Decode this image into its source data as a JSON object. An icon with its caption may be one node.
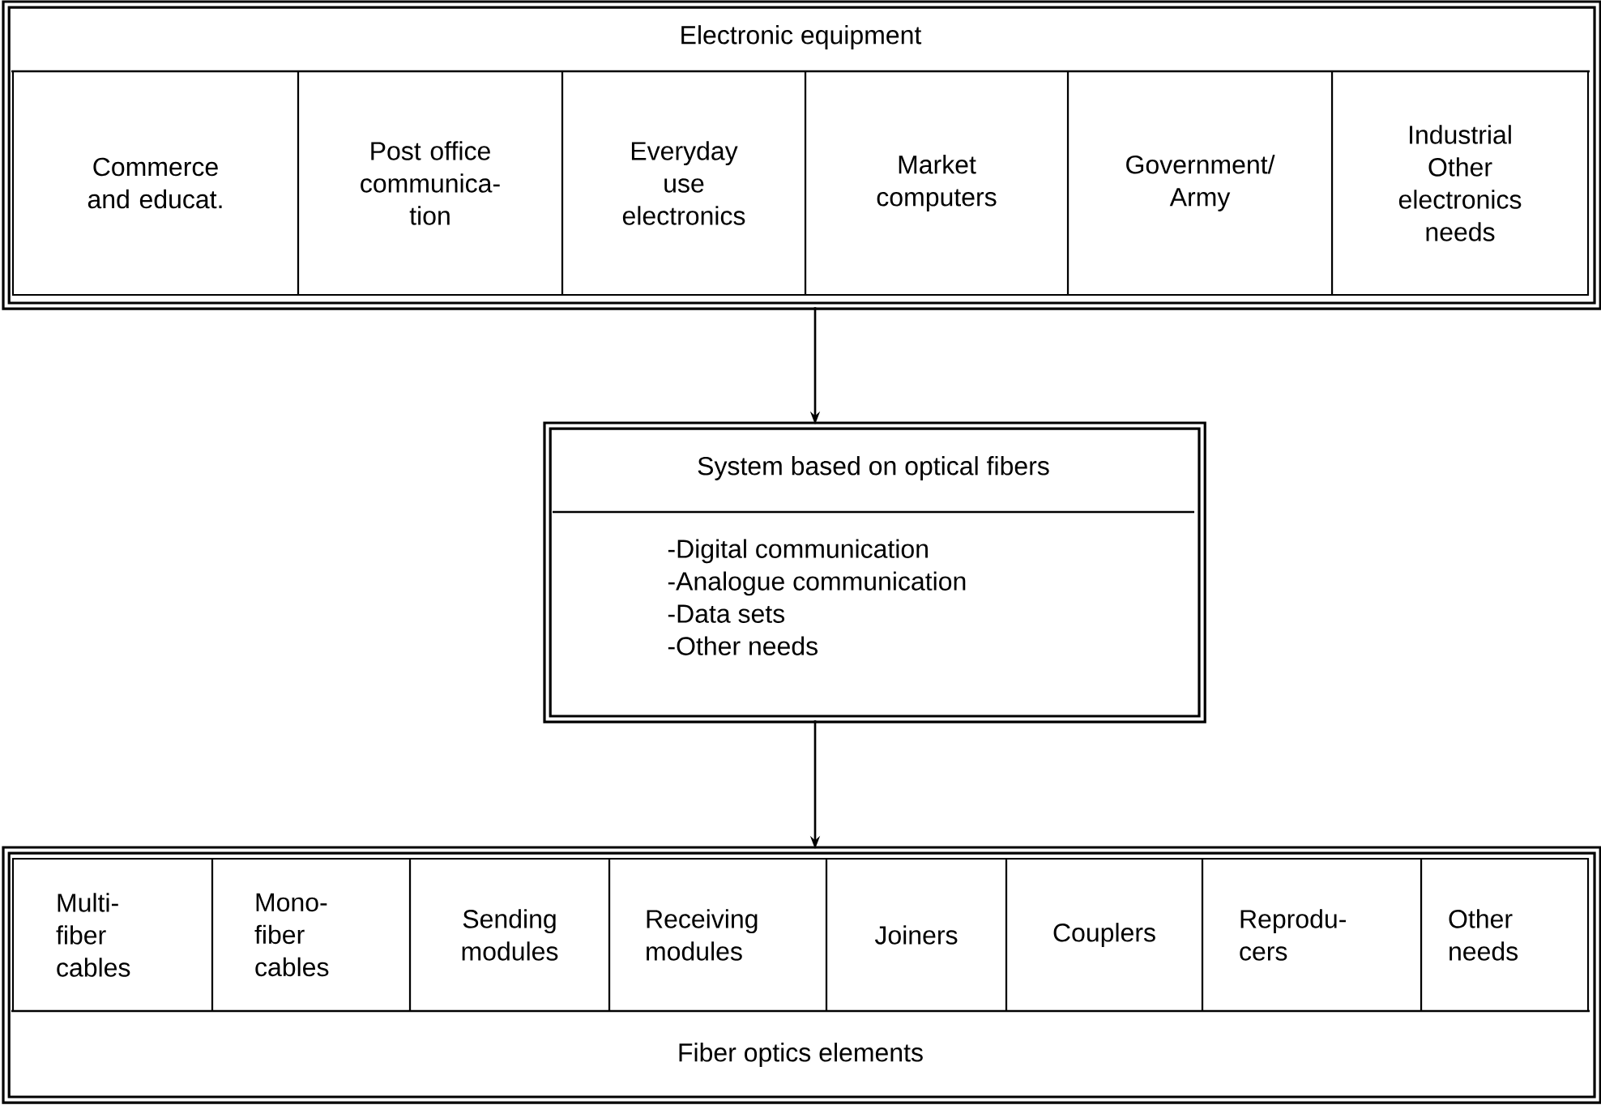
{
  "diagram": {
    "nodes": [
      {
        "text": [
          "Electronic equipment"
        ]
      },
      {
        "text": [
          "Commerce and educat."
        ],
        "in": 0
      },
      {
        "text": [
          "Post office communica- tion"
        ],
        "in": 0
      },
      {
        "text": [
          "Everyday use electronics"
        ],
        "in": 0
      },
      {
        "text": [
          "Market computers"
        ],
        "in": 0
      },
      {
        "text": [
          "Government/ Army"
        ],
        "in": 0
      },
      {
        "text": [
          "Industrial Other electronics needs"
        ],
        "in": 0
      },
      {
        "text": [
          "System based on optical fibers",
          "-Digital communication",
          "-Analogue communication",
          "-Data sets",
          "-Other needs"
        ]
      },
      {
        "text": [
          "Fiber optics elements"
        ]
      },
      {
        "text": [
          "Multi- fiber cables"
        ],
        "in": 8
      },
      {
        "text": [
          "Mono- fiber cables"
        ],
        "in": 8
      },
      {
        "text": [
          "Sending modules"
        ],
        "in": 8
      },
      {
        "text": [
          "Receiving modules"
        ],
        "in": 8
      },
      {
        "text": [
          "Joiners"
        ],
        "in": 8
      },
      {
        "text": [
          "Couplers"
        ],
        "in": 8
      },
      {
        "text": [
          "Reprodu- cers"
        ],
        "in": 8
      },
      {
        "text": [
          "Other needs"
        ],
        "in": 8
      }
    ],
    "edges": [
      {
        "from": 0,
        "to": 7,
        "arrow": "to"
      },
      {
        "from": 7,
        "to": 8,
        "arrow": "to"
      }
    ]
  }
}
